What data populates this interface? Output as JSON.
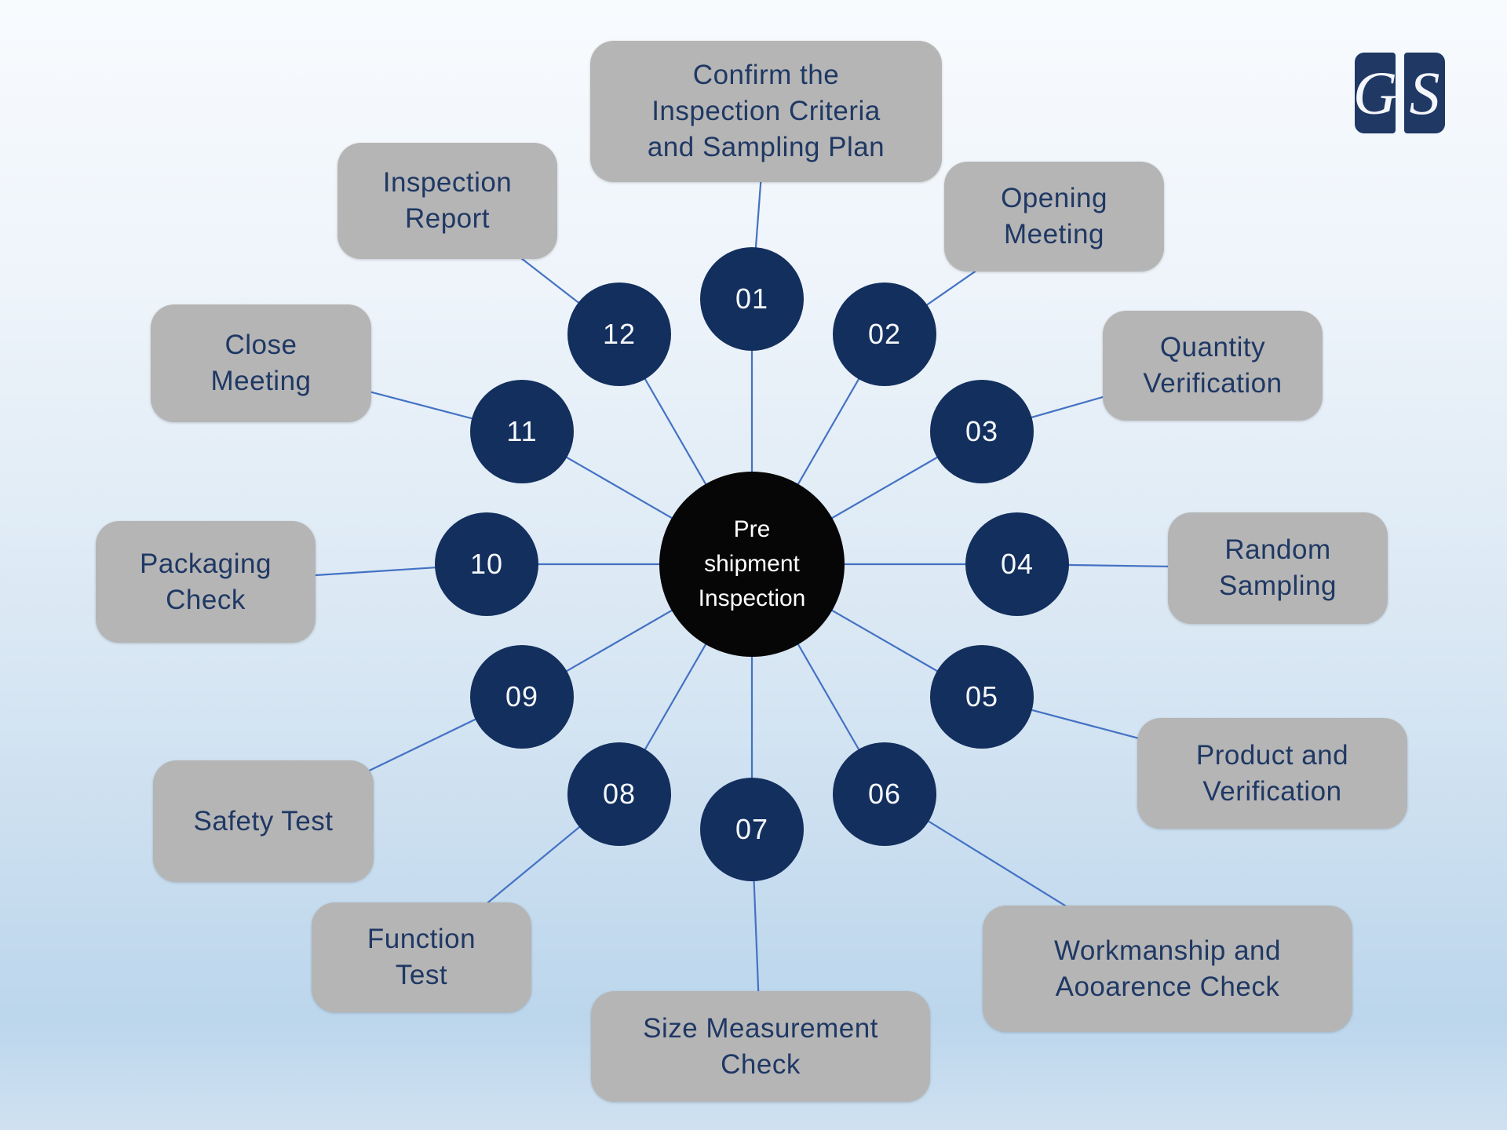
{
  "diagram": {
    "title": "Pre shipment Inspection",
    "center_lines": [
      "Pre",
      "shipment",
      "Inspection"
    ],
    "colors": {
      "node_fill": "#132f5e",
      "center_fill": "#060606",
      "box_fill": "#b5b5b5",
      "box_text": "#1f3864",
      "connector": "#4472c4"
    },
    "steps": [
      {
        "num": "01",
        "label": "Confirm the\nInspection Criteria\nand Sampling Plan"
      },
      {
        "num": "02",
        "label": "Opening\nMeeting"
      },
      {
        "num": "03",
        "label": "Quantity\nVerification"
      },
      {
        "num": "04",
        "label": "Random\nSampling"
      },
      {
        "num": "05",
        "label": "Product and\nVerification"
      },
      {
        "num": "06",
        "label": "Workmanship and\nAooarence Check"
      },
      {
        "num": "07",
        "label": "Size Measurement\nCheck"
      },
      {
        "num": "08",
        "label": "Function\nTest"
      },
      {
        "num": "09",
        "label": "Safety Test"
      },
      {
        "num": "10",
        "label": "Packaging\nCheck"
      },
      {
        "num": "11",
        "label": "Close\nMeeting"
      },
      {
        "num": "12",
        "label": "Inspection\nReport"
      }
    ]
  },
  "logo": {
    "letter_left": "G",
    "letter_right": "S"
  }
}
